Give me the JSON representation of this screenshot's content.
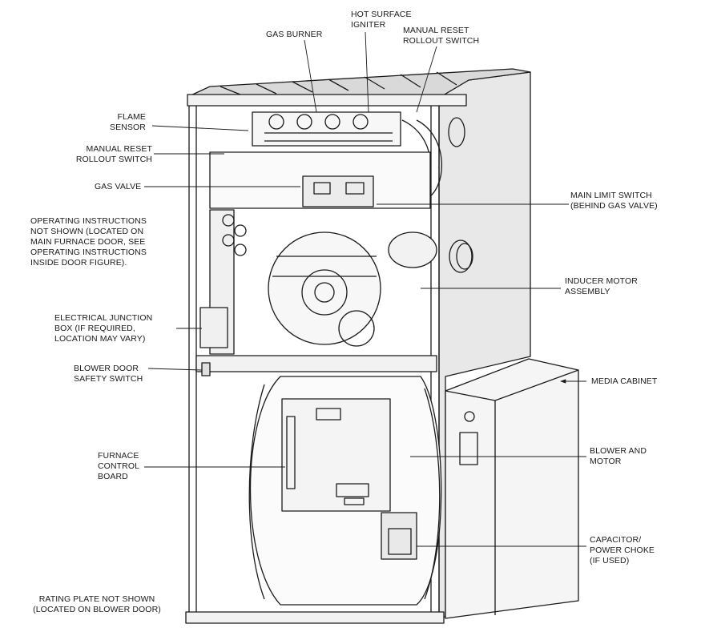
{
  "labels": {
    "gas_burner": "GAS BURNER",
    "hot_surface_igniter_1": "HOT SURFACE",
    "hot_surface_igniter_2": "IGNITER",
    "manual_reset_top_1": "MANUAL RESET",
    "manual_reset_top_2": "ROLLOUT SWITCH",
    "flame_sensor_1": "FLAME",
    "flame_sensor_2": "SENSOR",
    "manual_reset_left_1": "MANUAL RESET",
    "manual_reset_left_2": "ROLLOUT SWITCH",
    "gas_valve": "GAS VALVE",
    "operating_1": "OPERATING INSTRUCTIONS",
    "operating_2": "NOT SHOWN (LOCATED ON",
    "operating_3": "MAIN FURNACE DOOR, SEE",
    "operating_4": "OPERATING INSTRUCTIONS",
    "operating_5": "INSIDE DOOR FIGURE).",
    "junction_1": "ELECTRICAL JUNCTION",
    "junction_2": "BOX (IF REQUIRED,",
    "junction_3": "LOCATION MAY VARY)",
    "blower_door_1": "BLOWER DOOR",
    "blower_door_2": "SAFETY SWITCH",
    "control_board_1": "FURNACE",
    "control_board_2": "CONTROL",
    "control_board_3": "BOARD",
    "rating_plate_1": "RATING PLATE NOT SHOWN",
    "rating_plate_2": "(LOCATED ON BLOWER DOOR)",
    "main_limit_1": "MAIN LIMIT SWITCH",
    "main_limit_2": "(BEHIND GAS VALVE)",
    "inducer_1": "INDUCER MOTOR",
    "inducer_2": "ASSEMBLY",
    "media_cabinet": "MEDIA CABINET",
    "blower_motor_1": "BLOWER AND",
    "blower_motor_2": "MOTOR",
    "capacitor_1": "CAPACITOR/",
    "capacitor_2": "POWER CHOKE",
    "capacitor_3": "(IF USED)"
  },
  "colors": {
    "line": "#1a1a1a",
    "panel": "#e6e6e6",
    "panel_dark": "#cfcfcf",
    "background": "#ffffff"
  }
}
